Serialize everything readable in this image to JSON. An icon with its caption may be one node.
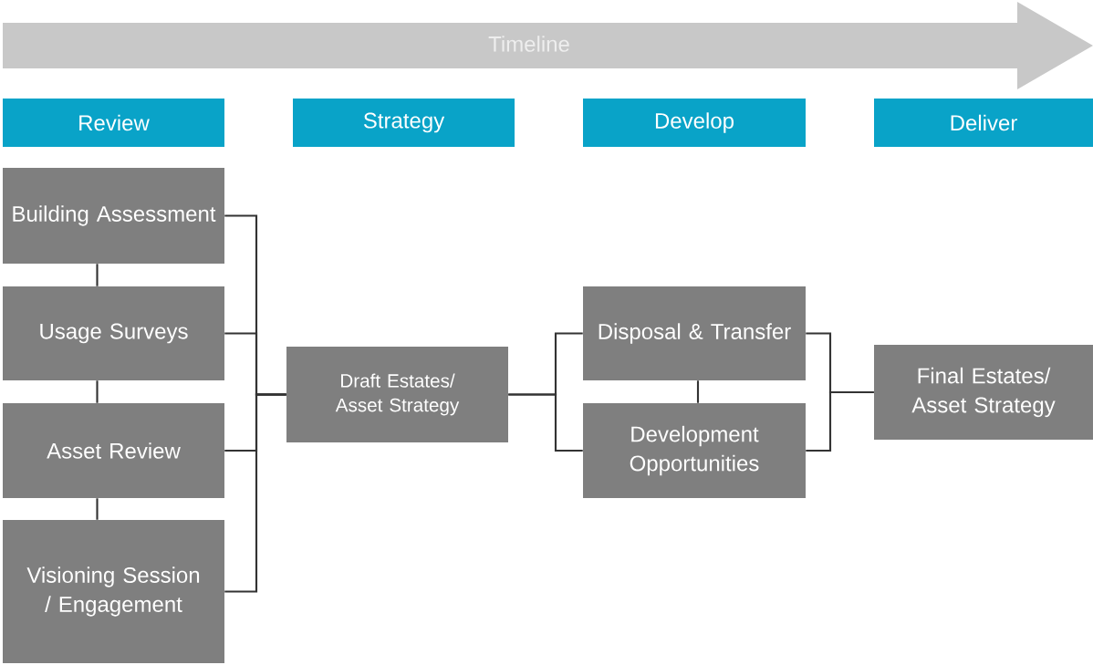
{
  "diagram": {
    "nodes": [
      {
        "text": [
          "Timeline"
        ]
      },
      {
        "text": [
          "Review"
        ]
      },
      {
        "text": [
          "Strategy"
        ]
      },
      {
        "text": [
          "Develop"
        ]
      },
      {
        "text": [
          "Deliver"
        ]
      },
      {
        "text": [
          "Building Assessment"
        ]
      },
      {
        "text": [
          "Usage Surveys"
        ]
      },
      {
        "text": [
          "Asset Review"
        ]
      },
      {
        "text": [
          "Visioning Session / Engagement"
        ]
      },
      {
        "text": [
          "Draft Estates/ Asset Strategy"
        ]
      },
      {
        "text": [
          "Disposal & Transfer"
        ]
      },
      {
        "text": [
          "Development Opportunities"
        ]
      },
      {
        "text": [
          "Final Estates/ Asset Strategy"
        ]
      }
    ],
    "edges": [
      {
        "from": 5,
        "to": 6,
        "arrow": "none"
      },
      {
        "from": 6,
        "to": 7,
        "arrow": "none"
      },
      {
        "from": 7,
        "to": 8,
        "arrow": "none"
      },
      {
        "from": 5,
        "to": 9,
        "arrow": "none"
      },
      {
        "from": 6,
        "to": 9,
        "arrow": "none"
      },
      {
        "from": 7,
        "to": 9,
        "arrow": "none"
      },
      {
        "from": 8,
        "to": 9,
        "arrow": "none"
      },
      {
        "from": 9,
        "to": 10,
        "arrow": "none"
      },
      {
        "from": 9,
        "to": 11,
        "arrow": "none"
      },
      {
        "from": 10,
        "to": 11,
        "arrow": "none"
      },
      {
        "from": 10,
        "to": 12,
        "arrow": "none"
      },
      {
        "from": 11,
        "to": 12,
        "arrow": "none"
      }
    ]
  }
}
